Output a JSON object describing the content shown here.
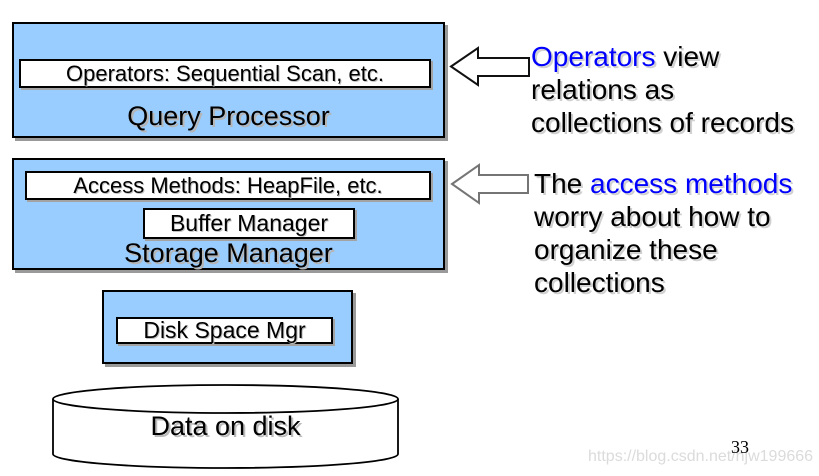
{
  "page": {
    "page_number": "33",
    "watermark": "https://blog.csdn.net/hjw199666"
  },
  "colors": {
    "box_fill": "#99ccff",
    "box_border": "#000000",
    "highlight_text": "#0000ff",
    "arrow_outline_1": "#111111",
    "arrow_outline_2": "#757575",
    "watermark_text": "#dbdbdb",
    "shadow": "#9a9a9a"
  },
  "boxes": {
    "query_processor": {
      "title": "Query Processor",
      "operators": "Operators: Sequential Scan, etc."
    },
    "storage_manager": {
      "title": "Storage Manager",
      "access_methods": "Access Methods: HeapFile, etc.",
      "buffer_manager": "Buffer Manager"
    },
    "disk": {
      "disk_space_mgr": "Disk Space Mgr"
    },
    "cylinder": {
      "label": "Data on disk"
    }
  },
  "notes": {
    "note1": {
      "highlight": "Operators",
      "rest": " view",
      "line2": "relations as",
      "line3": "collections of records"
    },
    "note2": {
      "lead": "The ",
      "highlight": "access methods",
      "line2": "worry about how to",
      "line3": "organize these",
      "line4": "collections"
    }
  },
  "icons": {
    "note1_arrow": "left-block-arrow",
    "note2_arrow": "left-block-arrow",
    "disk_shape": "cylinder"
  }
}
